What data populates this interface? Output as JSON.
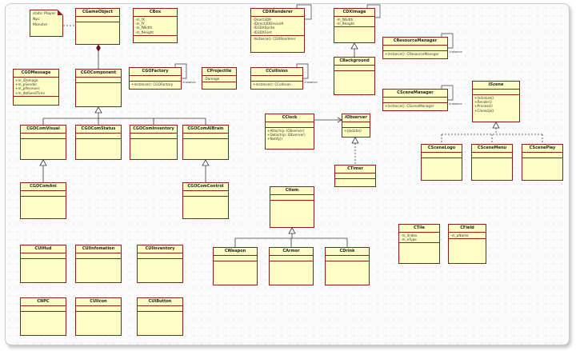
{
  "note": [
    "static Player",
    "Npc",
    "Monster"
  ],
  "classes": {
    "CGameObject": {
      "name": "CGameObject",
      "attrs": [],
      "ops": []
    },
    "CBox": {
      "name": "CBox",
      "attrs": [
        "-m_fX",
        "-m_fY",
        "-m_fWidth",
        "-m_fHeight"
      ],
      "ops": []
    },
    "CDXRenderer": {
      "name": "CDXRenderer",
      "attrs": [
        "-Direct3D9",
        "-IDirect3DDevice9",
        "-ID3DXSprite",
        "-ID3DXFont"
      ],
      "ops": [
        "-Instance(): CDXRenderer"
      ]
    },
    "CDXImage": {
      "name": "CDXImage",
      "attrs": [
        "-m_fWidth",
        "-m_fHeight"
      ],
      "ops": []
    },
    "CResourceManager": {
      "name": "CResourceManager",
      "attrs": [],
      "ops": [
        "+Instance(): CResourceManager"
      ]
    },
    "CBackground": {
      "name": "CBackground",
      "attrs": [],
      "ops": []
    },
    "CGOMessage": {
      "name": "CGOMessage",
      "attrs": [
        "+m_iDamage",
        "+m_pSender",
        "+m_pReceiver",
        "+m_dblSendTime"
      ],
      "ops": []
    },
    "CGOComponent": {
      "name": "CGOComponent",
      "attrs": [],
      "ops": []
    },
    "CGOFactory": {
      "name": "CGOFactory",
      "attrs": [],
      "ops": [
        "+Instance(): CGOFactory"
      ]
    },
    "CProjectile": {
      "name": "CProjectile",
      "attrs": [
        "-Damage"
      ],
      "ops": []
    },
    "CCollision": {
      "name": "CCollision",
      "attrs": [],
      "ops": [
        "+Instance(): CCollision"
      ]
    },
    "CSceneManager": {
      "name": "CSceneManager",
      "attrs": [],
      "ops": [
        "+Instance(): CSceneManager"
      ]
    },
    "IScene": {
      "name": "IScene",
      "attrs": [],
      "ops": [
        "+Initialize()",
        "+Render()",
        "+Process()",
        "+CleanUp()"
      ]
    },
    "CClock": {
      "name": "CClock",
      "attrs": [],
      "ops": [
        "+Attach(p: IObserver)",
        "+Detach(p: IObserver)",
        "+Notify()"
      ]
    },
    "IObserver": {
      "name": "IObserver",
      "attrs": [],
      "ops": [
        "+Update()"
      ]
    },
    "CGOComVisual": {
      "name": "CGOComVisual",
      "attrs": [],
      "ops": []
    },
    "CGOComStatus": {
      "name": "CGOComStatus",
      "attrs": [],
      "ops": []
    },
    "CGOComInventory": {
      "name": "CGOComInventory",
      "attrs": [],
      "ops": []
    },
    "CGOComAIBrain": {
      "name": "CGOComAIBrain",
      "attrs": [],
      "ops": []
    },
    "CSceneLogo": {
      "name": "CSceneLogo",
      "attrs": [],
      "ops": []
    },
    "CSceneMenu": {
      "name": "CSceneMenu",
      "attrs": [],
      "ops": []
    },
    "CScenePlay": {
      "name": "CScenePlay",
      "attrs": [],
      "ops": []
    },
    "CTimer": {
      "name": "CTimer",
      "attrs": [],
      "ops": []
    },
    "CGOComAni": {
      "name": "CGOComAni",
      "attrs": [],
      "ops": []
    },
    "CGOComControl": {
      "name": "CGOComControl",
      "attrs": [],
      "ops": []
    },
    "CItem": {
      "name": "CItem",
      "attrs": [],
      "ops": []
    },
    "CTile": {
      "name": "CTile",
      "attrs": [
        "-m_iIndex",
        "-m_eType"
      ],
      "ops": []
    },
    "CField": {
      "name": "CField",
      "attrs": [
        "-m_pName"
      ],
      "ops": []
    },
    "CUIHud": {
      "name": "CUIHud",
      "attrs": [],
      "ops": []
    },
    "CUIInfomation": {
      "name": "CUIInfomation",
      "attrs": [],
      "ops": []
    },
    "CUIInventory": {
      "name": "CUIInventory",
      "attrs": [],
      "ops": []
    },
    "CWeapon": {
      "name": "CWeapon",
      "attrs": [],
      "ops": []
    },
    "CArmor": {
      "name": "CArmor",
      "attrs": [],
      "ops": []
    },
    "CDrink": {
      "name": "CDrink",
      "attrs": [],
      "ops": []
    },
    "CNPC": {
      "name": "CNPC",
      "attrs": [],
      "ops": []
    },
    "CUIIcon": {
      "name": "CUIIcon",
      "attrs": [],
      "ops": []
    },
    "CUIButton": {
      "name": "CUIButton",
      "attrs": [],
      "ops": []
    }
  },
  "self_link_label": "-Instance",
  "colors": {
    "fill": "#ffffc6",
    "border": "#8a1f1f",
    "line": "#3a3a3a"
  }
}
